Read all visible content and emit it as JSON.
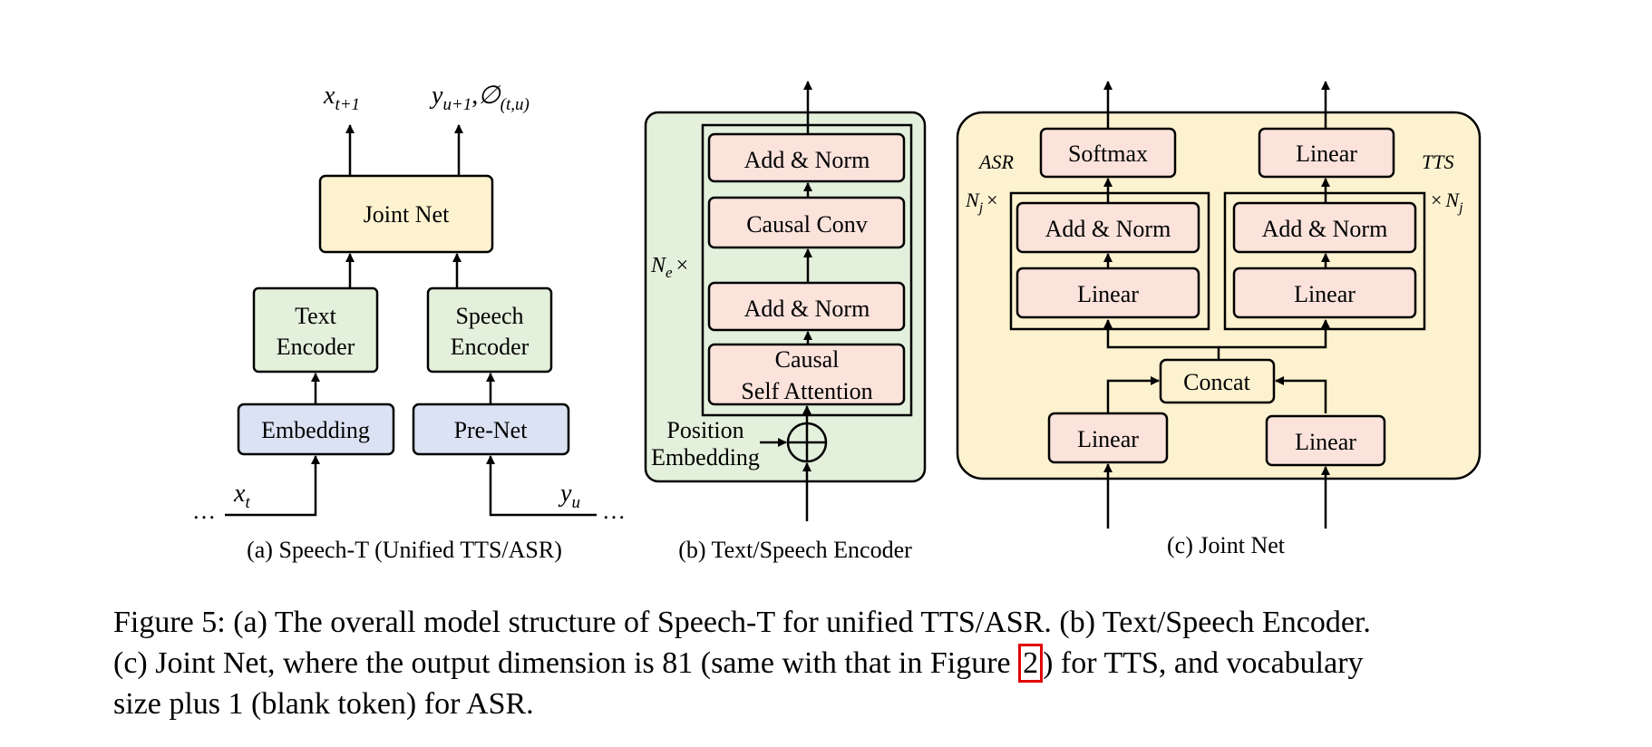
{
  "colors": {
    "joint_fill": "#fdf2d0",
    "encoder_fill": "#e3f0dc",
    "embed_fill": "#dbe2f3",
    "layer_fill": "#fbe3dc",
    "panel_b_bg": "#e3f0dc",
    "panel_c_bg": "#fdf2d0",
    "stroke": "#000000",
    "citation_box": "#e00000"
  },
  "panel_a": {
    "out_x": "x",
    "out_x_sub": "t+1",
    "out_y": "y",
    "out_y_sub": "u+1",
    "out_phi": "∅",
    "out_phi_sub": "(t,u)",
    "joint_net": "Joint Net",
    "text_encoder": [
      "Text",
      "Encoder"
    ],
    "speech_encoder": [
      "Speech",
      "Encoder"
    ],
    "embedding": "Embedding",
    "prenet": "Pre-Net",
    "in_x": "x",
    "in_x_sub": "t",
    "in_y": "y",
    "in_y_sub": "u",
    "ellipsis": "…",
    "caption": "(a) Speech-T (Unified TTS/ASR)"
  },
  "panel_b": {
    "add_norm_top": "Add & Norm",
    "causal_conv": "Causal Conv",
    "add_norm_bottom": "Add & Norm",
    "causal_self_attention": [
      "Causal",
      "Self Attention"
    ],
    "repeat_label": "N",
    "repeat_label_sub": "e",
    "repeat_times": "×",
    "position_embedding": [
      "Position",
      "Embedding"
    ],
    "caption": "(b) Text/Speech Encoder"
  },
  "panel_c": {
    "asr_label": "ASR",
    "tts_label": "TTS",
    "softmax": "Softmax",
    "linear_out_tts": "Linear",
    "add_norm_left": "Add & Norm",
    "linear_left": "Linear",
    "add_norm_right": "Add & Norm",
    "linear_right": "Linear",
    "concat": "Concat",
    "linear_in_left": "Linear",
    "linear_in_right": "Linear",
    "repeat_label": "N",
    "repeat_label_sub": "j",
    "repeat_times": "×",
    "caption": "(c) Joint Net"
  },
  "figure_caption": {
    "line1": "Figure 5: (a) The overall model structure of Speech-T for unified TTS/ASR. (b) Text/Speech Encoder.",
    "line2_before": "(c) Joint Net, where the output dimension is 81 (same with that in Figure ",
    "line2_ref": "2",
    "line2_after": ") for TTS, and vocabulary",
    "line3": "size plus 1 (blank token) for ASR."
  }
}
